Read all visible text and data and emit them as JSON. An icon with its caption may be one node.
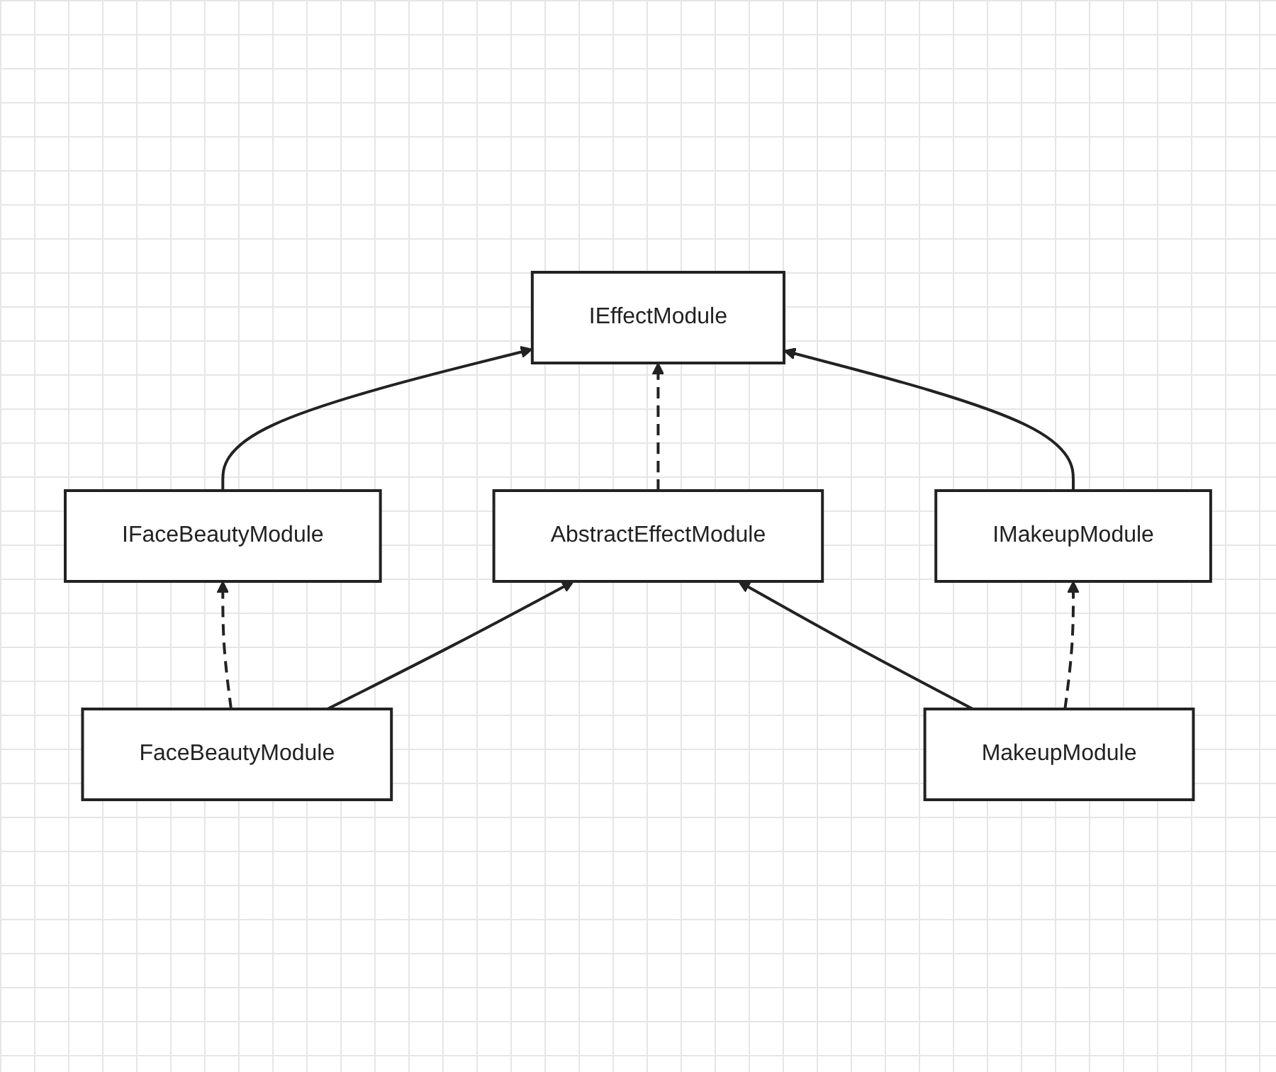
{
  "diagram": {
    "nodes": [
      {
        "text": [
          "IEffectModule"
        ]
      },
      {
        "text": [
          "IFaceBeautyModule"
        ]
      },
      {
        "text": [
          "IMakeupModule"
        ]
      },
      {
        "text": [
          "AbstractEffectModule"
        ]
      },
      {
        "text": [
          "FaceBeautyModule"
        ]
      },
      {
        "text": [
          "MakeupModule"
        ]
      }
    ],
    "edges": [
      {
        "from": 1,
        "to": 0,
        "arrow": "to"
      },
      {
        "from": 3,
        "to": 0,
        "arrow": "to",
        "style": "dashed"
      },
      {
        "from": 2,
        "to": 0,
        "arrow": "to"
      },
      {
        "from": 4,
        "to": 1,
        "arrow": "to",
        "style": "dashed"
      },
      {
        "from": 4,
        "to": 3,
        "arrow": "to"
      },
      {
        "from": 5,
        "to": 3,
        "arrow": "to"
      },
      {
        "from": 5,
        "to": 2,
        "arrow": "to",
        "style": "dashed"
      }
    ]
  }
}
